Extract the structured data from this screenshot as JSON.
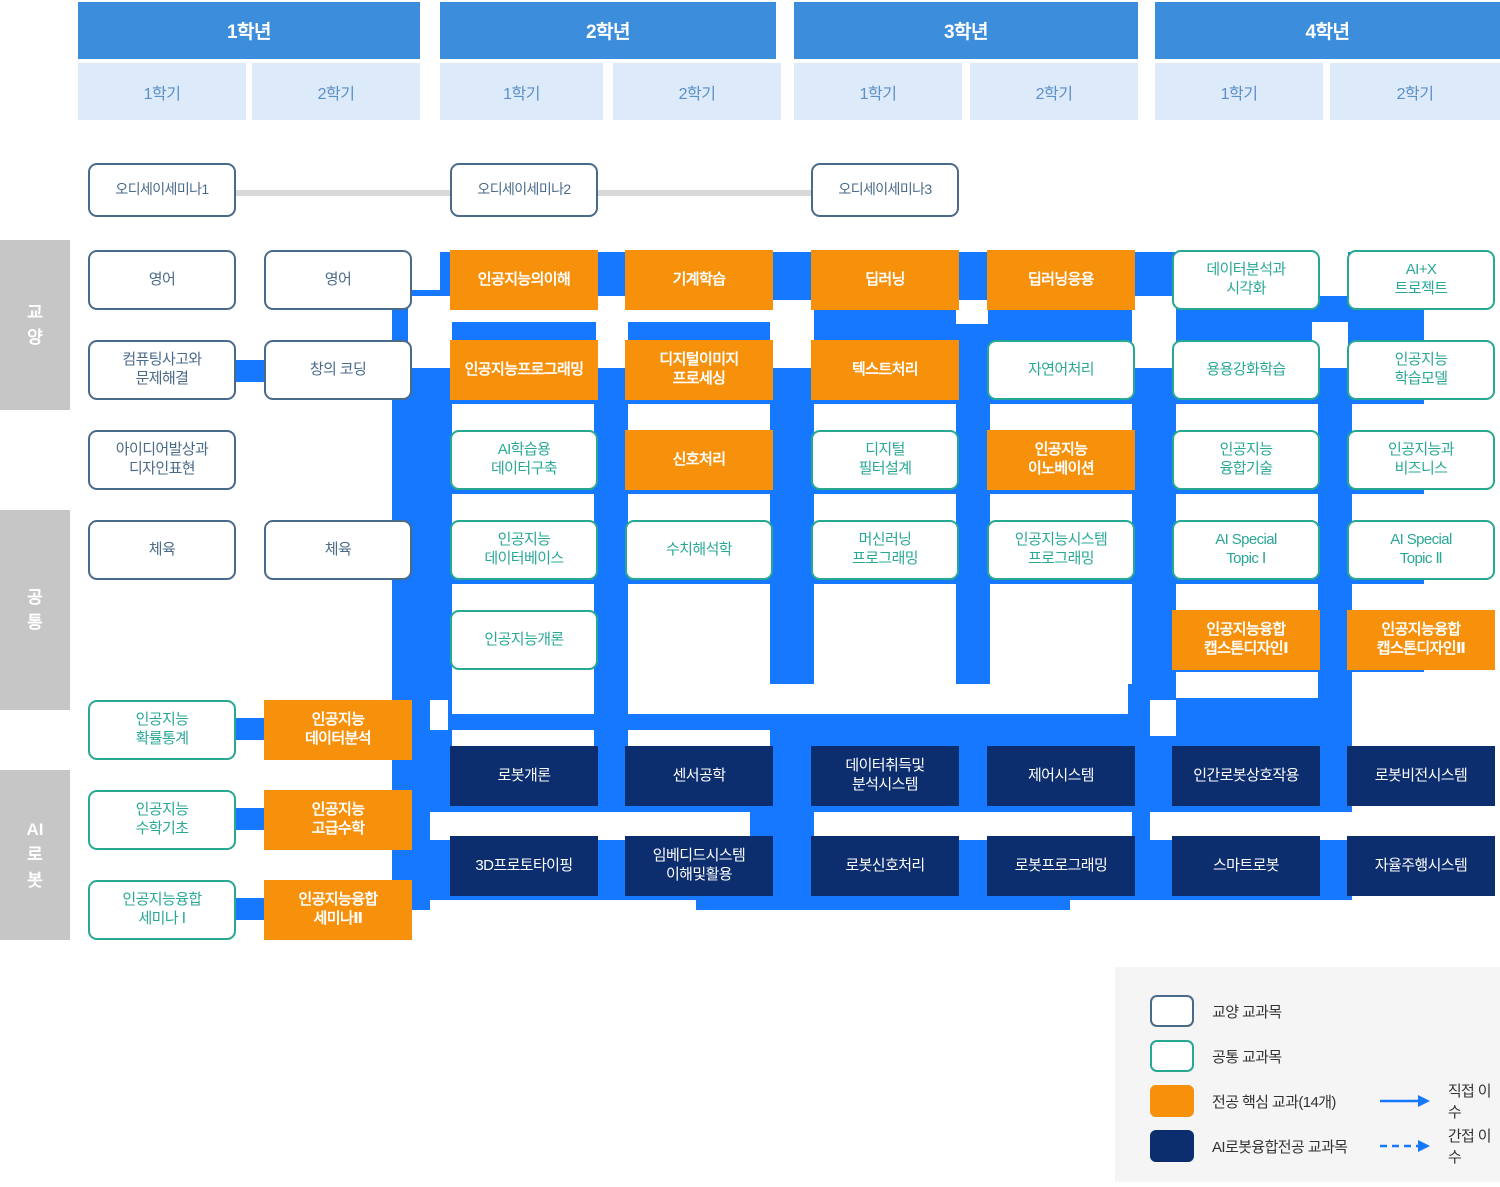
{
  "header": {
    "years": [
      {
        "label": "1학년",
        "semesters": [
          "1학기",
          "2학기"
        ]
      },
      {
        "label": "2학년",
        "semesters": [
          "1학기",
          "2학기"
        ]
      },
      {
        "label": "3학년",
        "semesters": [
          "1학기",
          "2학기"
        ]
      },
      {
        "label": "4학년",
        "semesters": [
          "1학기",
          "2학기"
        ]
      }
    ]
  },
  "categories": [
    {
      "name": "교양",
      "chars": [
        "교",
        "양"
      ]
    },
    {
      "name": "공통",
      "chars": [
        "공",
        "통"
      ]
    },
    {
      "name": "AI로봇",
      "chars": [
        "AI",
        "로",
        "봇"
      ]
    }
  ],
  "seminars": [
    {
      "label": "오디세이세미나1"
    },
    {
      "label": "오디세이세미나2"
    },
    {
      "label": "오디세이세미나3"
    }
  ],
  "courses": {
    "y1s1": [
      {
        "label": "영어",
        "type": "gyoyang"
      },
      {
        "label": "컴퓨팅사고와\n문제해결",
        "type": "gyoyang"
      },
      {
        "label": "아이디어발상과\n디자인표현",
        "type": "gyoyang"
      },
      {
        "label": "체육",
        "type": "gyoyang"
      },
      {
        "label": "인공지능\n확률통계",
        "type": "gongtong"
      },
      {
        "label": "인공지능\n수학기초",
        "type": "gongtong"
      },
      {
        "label": "인공지능융합\n세미나 Ⅰ",
        "type": "gongtong"
      }
    ],
    "y1s2": [
      {
        "label": "영어",
        "type": "gyoyang"
      },
      {
        "label": "창의 코딩",
        "type": "gyoyang"
      },
      {
        "label": "체육",
        "type": "gyoyang"
      },
      {
        "label": "인공지능\n데이터분석",
        "type": "major"
      },
      {
        "label": "인공지능\n고급수학",
        "type": "major"
      },
      {
        "label": "인공지능융합\n세미나Ⅱ",
        "type": "major"
      }
    ],
    "y2s1": [
      {
        "label": "인공지능의이해",
        "type": "major"
      },
      {
        "label": "인공지능프로그래밍",
        "type": "major"
      },
      {
        "label": "AI학습용\n데이터구축",
        "type": "gongtong"
      },
      {
        "label": "인공지능\n데이터베이스",
        "type": "gongtong"
      },
      {
        "label": "인공지능개론",
        "type": "gongtong"
      },
      {
        "label": "로봇개론",
        "type": "airobot"
      },
      {
        "label": "3D프로토타이핑",
        "type": "airobot"
      }
    ],
    "y2s2": [
      {
        "label": "기계학습",
        "type": "major"
      },
      {
        "label": "디지털이미지\n프로세싱",
        "type": "major"
      },
      {
        "label": "신호처리",
        "type": "major"
      },
      {
        "label": "수치해석학",
        "type": "gongtong"
      },
      {
        "label": "센서공학",
        "type": "airobot"
      },
      {
        "label": "임베디드시스템\n이해및활용",
        "type": "airobot"
      }
    ],
    "y3s1": [
      {
        "label": "딥러닝",
        "type": "major"
      },
      {
        "label": "텍스트처리",
        "type": "major"
      },
      {
        "label": "디지털\n필터설계",
        "type": "gongtong"
      },
      {
        "label": "머신러닝\n프로그래밍",
        "type": "gongtong"
      },
      {
        "label": "데이터취득및\n분석시스템",
        "type": "airobot"
      },
      {
        "label": "로봇신호처리",
        "type": "airobot"
      }
    ],
    "y3s2": [
      {
        "label": "딥러닝응용",
        "type": "major"
      },
      {
        "label": "자연어처리",
        "type": "gongtong"
      },
      {
        "label": "인공지능\n이노베이션",
        "type": "major"
      },
      {
        "label": "인공지능시스템\n프로그래밍",
        "type": "gongtong"
      },
      {
        "label": "제어시스템",
        "type": "airobot"
      },
      {
        "label": "로봇프로그래밍",
        "type": "airobot"
      }
    ],
    "y4s1": [
      {
        "label": "데이터분석과\n시각화",
        "type": "gongtong"
      },
      {
        "label": "용용강화학습",
        "type": "gongtong"
      },
      {
        "label": "인공지능\n융합기술",
        "type": "gongtong"
      },
      {
        "label": "AI Special\nTopic Ⅰ",
        "type": "gongtong"
      },
      {
        "label": "인공지능융합\n캡스톤디자인Ⅰ",
        "type": "major"
      },
      {
        "label": "인간로봇상호작용",
        "type": "airobot"
      },
      {
        "label": "스마트로봇",
        "type": "airobot"
      }
    ],
    "y4s2": [
      {
        "label": "AI+X\n트로젝트",
        "type": "gongtong"
      },
      {
        "label": "인공지능\n학습모델",
        "type": "gongtong"
      },
      {
        "label": "인공지능과\n비즈니스",
        "type": "gongtong"
      },
      {
        "label": "AI Special\nTopic Ⅱ",
        "type": "gongtong"
      },
      {
        "label": "인공지능융합\n캡스톤디자인Ⅱ",
        "type": "major"
      },
      {
        "label": "로봇비전시스템",
        "type": "airobot"
      },
      {
        "label": "자율주행시스템",
        "type": "airobot"
      }
    ]
  },
  "legend": {
    "items": [
      {
        "label": "교양 교과목",
        "swatch": "gyoyang"
      },
      {
        "label": "공통 교과목",
        "swatch": "gongtong"
      },
      {
        "label": "전공 핵심 교과(14개)",
        "swatch": "major"
      },
      {
        "label": "AI로봇융합전공 교과목",
        "swatch": "airobot"
      }
    ],
    "arrows": [
      {
        "label": "직접 이수",
        "style": "solid"
      },
      {
        "label": "간접 이수",
        "style": "dashed"
      }
    ]
  },
  "colors": {
    "year_header": "#3d8ddd",
    "semester_header": "#ddeafa",
    "category_chip": "#c6c6c6",
    "connector_blue": "#1677ff",
    "major_orange": "#f7900a",
    "airobot_navy": "#0c2d6e",
    "gongtong_teal": "#27a893",
    "gyoyang_slate": "#4a6a8a",
    "legend_bg": "#f5f5f5"
  }
}
